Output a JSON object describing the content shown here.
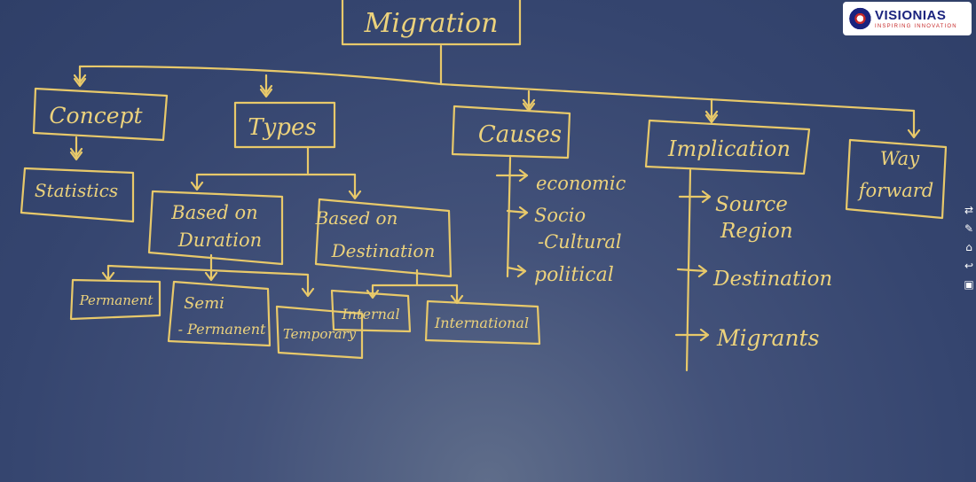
{
  "brand": {
    "name": "VISIONIAS",
    "tagline": "INSPIRING INNOVATION"
  },
  "diagram": {
    "root": "Migration",
    "branches": {
      "concept": "Concept",
      "statistics": "Statistics",
      "types": "Types",
      "based_on_duration": [
        "Based on",
        "Duration"
      ],
      "based_on_destination": [
        "Based on",
        "Destination"
      ],
      "permanent": "Permanent",
      "semi_permanent": [
        "Semi",
        "- Permanent"
      ],
      "temporary": "Temporary",
      "internal": "Internal",
      "international": "International",
      "causes": "Causes",
      "economic": "economic",
      "socio_cultural": [
        "Socio",
        "-Cultural"
      ],
      "political": "political",
      "implication": "Implication",
      "source_region": [
        "Source",
        "Region"
      ],
      "destination": "Destination",
      "migrants": "Migrants",
      "way_forward": [
        "Way",
        "forward"
      ]
    }
  },
  "toolbar": {
    "icons": [
      "link-icon",
      "pen-icon",
      "home-icon",
      "back-icon",
      "screen-icon"
    ],
    "glyphs": [
      "⇄",
      "✎",
      "⌂",
      "↩",
      "▣"
    ]
  },
  "colors": {
    "chalk": "#e8c96a",
    "board": "#3a4a72"
  }
}
